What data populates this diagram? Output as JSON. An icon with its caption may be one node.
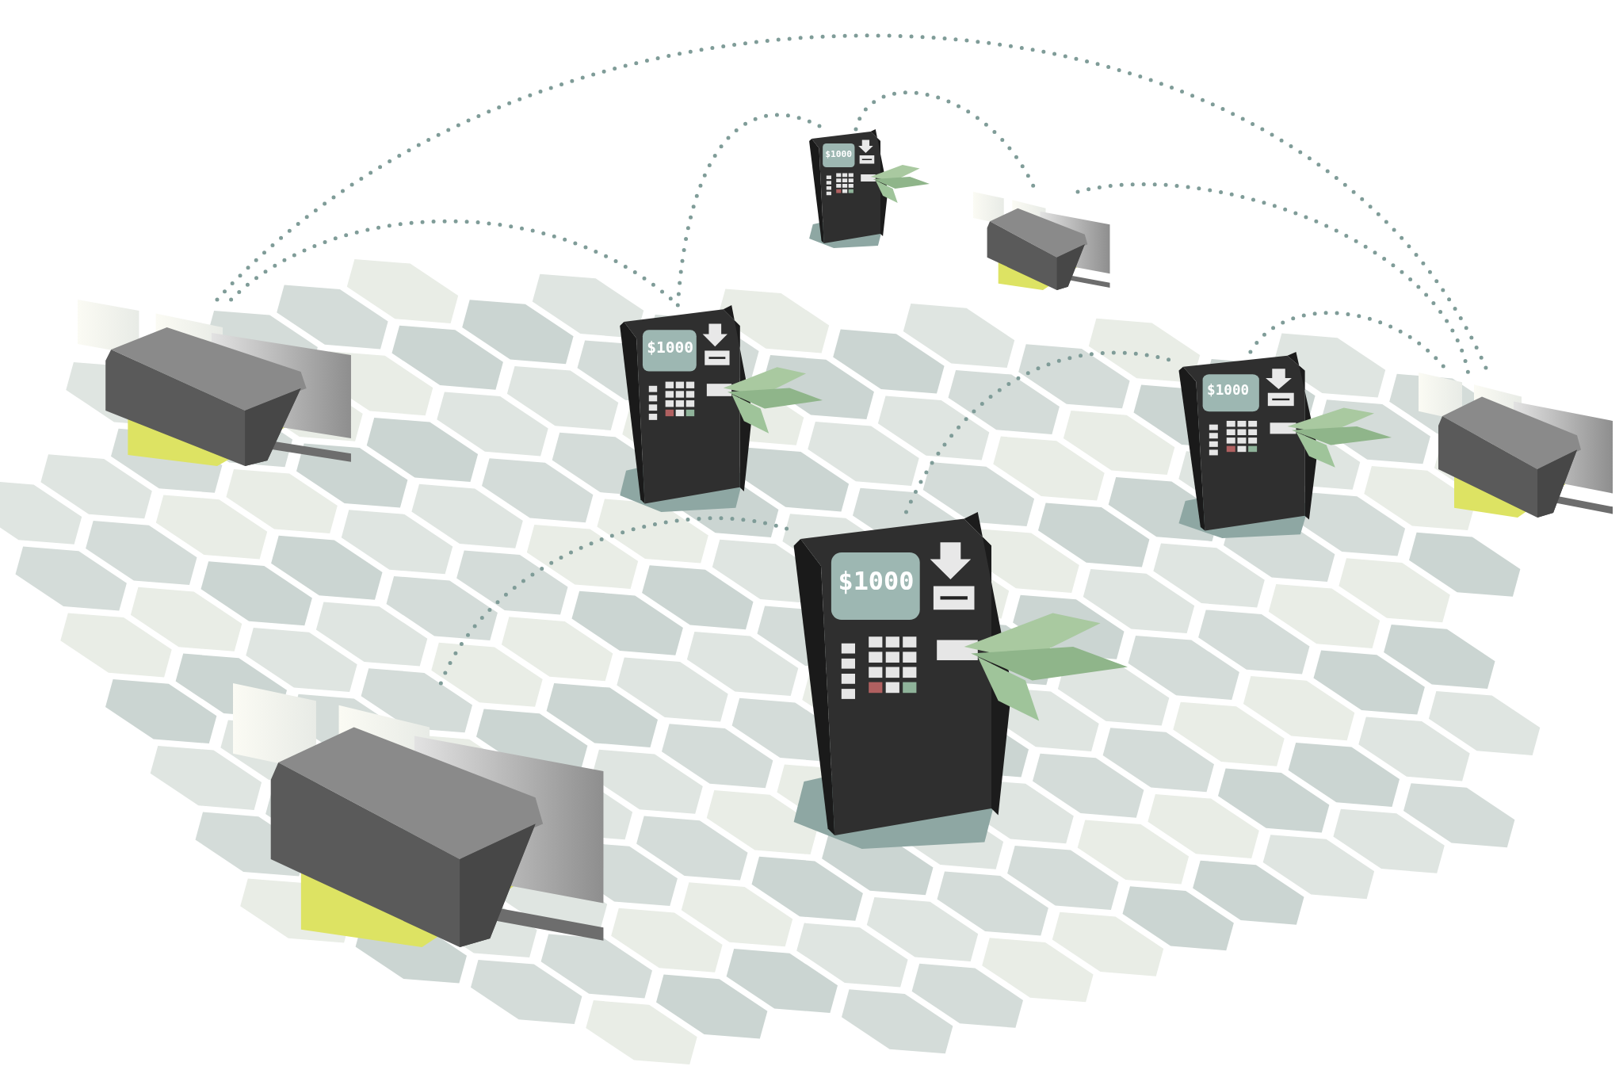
{
  "diagram": {
    "nodes": [
      {
        "text": [
          "$1000"
        ]
      },
      {
        "text": [],
        "shape": "picture"
      },
      {
        "text": [],
        "shape": "picture"
      },
      {
        "text": [
          "$1000"
        ]
      },
      {
        "text": [
          "$1000"
        ]
      },
      {
        "text": [],
        "shape": "picture"
      },
      {
        "text": [
          "$1000"
        ]
      },
      {
        "text": [],
        "shape": "picture"
      }
    ],
    "edges": [
      {
        "from": 2,
        "to": 3,
        "arrow": "none",
        "style": "dashed"
      },
      {
        "from": 2,
        "to": 5,
        "arrow": "none",
        "style": "dashed"
      },
      {
        "from": 3,
        "to": 0,
        "arrow": "none",
        "style": "dashed"
      },
      {
        "from": 0,
        "to": 1,
        "arrow": "none",
        "style": "dashed"
      },
      {
        "from": 1,
        "to": 5,
        "arrow": "none",
        "style": "dashed"
      },
      {
        "from": 4,
        "to": 5,
        "arrow": "none",
        "style": "dashed"
      },
      {
        "from": 6,
        "to": 4,
        "arrow": "none",
        "style": "dashed"
      },
      {
        "from": 7,
        "to": 6,
        "arrow": "none",
        "style": "dashed"
      }
    ]
  }
}
